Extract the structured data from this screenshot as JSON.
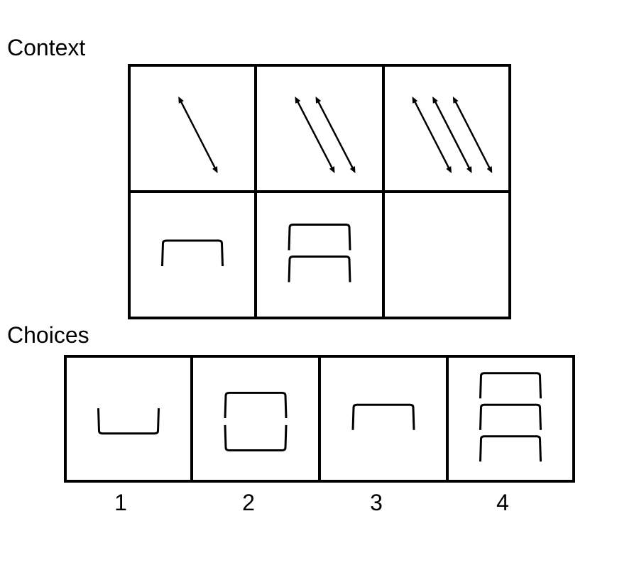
{
  "labels": {
    "context": "Context",
    "choices": "Choices"
  },
  "context_grid": {
    "rows": [
      [
        {
          "shape": "double-arrow-diagonal",
          "count": 1
        },
        {
          "shape": "double-arrow-diagonal",
          "count": 2
        },
        {
          "shape": "double-arrow-diagonal",
          "count": 3
        }
      ],
      [
        {
          "shape": "bracket-open-down",
          "count": 1
        },
        {
          "shape": "bracket-open-down",
          "count": 2
        },
        {
          "shape": "empty",
          "count": 0
        }
      ]
    ]
  },
  "choices": [
    {
      "number": "1",
      "shape": "bracket-open-up",
      "count": 1
    },
    {
      "number": "2",
      "shape": "bracket-pair-facing",
      "count": 2
    },
    {
      "number": "3",
      "shape": "bracket-open-down",
      "count": 1
    },
    {
      "number": "4",
      "shape": "bracket-open-down",
      "count": 3
    }
  ],
  "colors": {
    "stroke": "#000000",
    "background": "#ffffff"
  }
}
